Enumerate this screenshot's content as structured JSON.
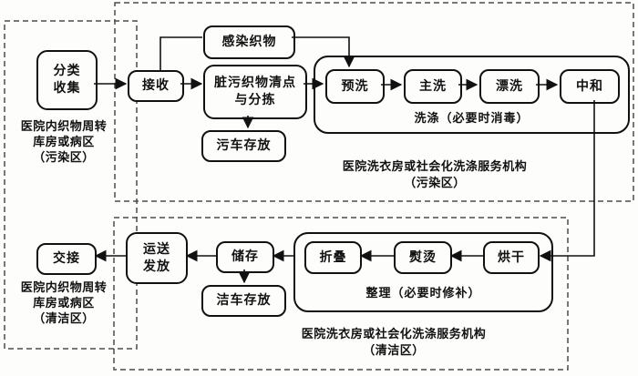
{
  "nodes": {
    "classify_collect": "分类\n收集",
    "receive": "接收",
    "infected_fabric": "感染织物",
    "dirty_sort": "脏污织物清点\n与分拣",
    "dirty_cart": "污车存放",
    "prewash": "预洗",
    "main_wash": "主洗",
    "rinse": "漂洗",
    "neutralize": "中和",
    "handover": "交接",
    "transport_issue": "运送\n发放",
    "storage": "储存",
    "clean_cart": "洁车存放",
    "fold": "折叠",
    "iron": "熨烫",
    "dry": "烘干"
  },
  "groups": {
    "washing": "洗涤（必要时消毒）",
    "finishing": "整理（必要时修补）"
  },
  "zones": {
    "left_top": "医院内织物周转\n库房或病区\n（污染区）",
    "left_bottom": "医院内织物周转\n库房或病区\n（清洁区）",
    "top_right": "医院洗衣房或社会化洗涤服务机构\n（污染区）",
    "bottom_right": "医院洗衣房或社会化洗涤服务机构\n（清洁区）"
  },
  "colors": {
    "line": "#111111",
    "dashed_border": "#4d4d4d",
    "background": "#fdfdfc"
  }
}
